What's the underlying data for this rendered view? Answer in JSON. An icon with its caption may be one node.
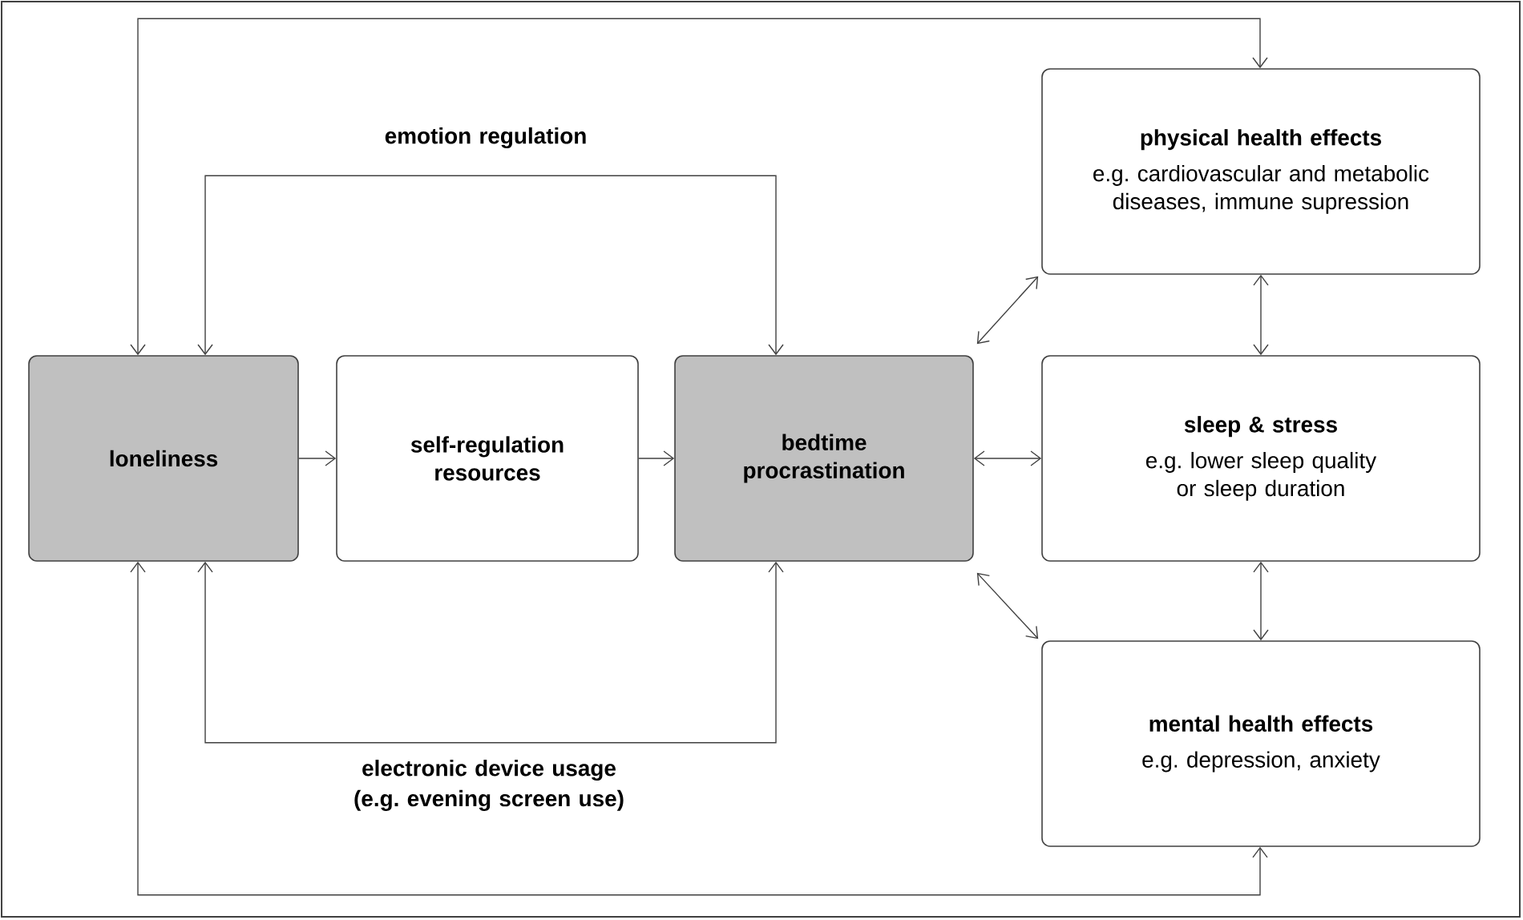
{
  "diagram": {
    "nodes": [
      {
        "text": [
          "loneliness"
        ]
      },
      {
        "text": [
          "self-regulation resources"
        ]
      },
      {
        "text": [
          "bedtime procrastination"
        ]
      },
      {
        "text": [
          "physical health effects",
          "e.g. cardiovascular and metabolic diseases, immune supression"
        ]
      },
      {
        "text": [
          "sleep & stress",
          "e.g. lower sleep quality or sleep duration"
        ]
      },
      {
        "text": [
          "mental health effects",
          "e.g. depression, anxiety"
        ]
      }
    ],
    "edges": [
      {
        "from": 0,
        "to": 1,
        "arrow": "to"
      },
      {
        "from": 1,
        "to": 2,
        "arrow": "to"
      },
      {
        "from": 2,
        "to": 4,
        "arrow": "both"
      },
      {
        "from": 2,
        "to": 3,
        "arrow": "both"
      },
      {
        "from": 2,
        "to": 5,
        "arrow": "both"
      },
      {
        "from": 3,
        "to": 4,
        "arrow": "both"
      },
      {
        "from": 4,
        "to": 5,
        "arrow": "both"
      },
      {
        "from": 0,
        "to": 2,
        "arrow": "both",
        "label": "emotion regulation"
      },
      {
        "from": 0,
        "to": 2,
        "arrow": "both",
        "label": "electronic device usage (e.g. evening screen use)"
      },
      {
        "from": 0,
        "to": 3,
        "arrow": "both"
      },
      {
        "from": 0,
        "to": 5,
        "arrow": "both"
      }
    ]
  }
}
